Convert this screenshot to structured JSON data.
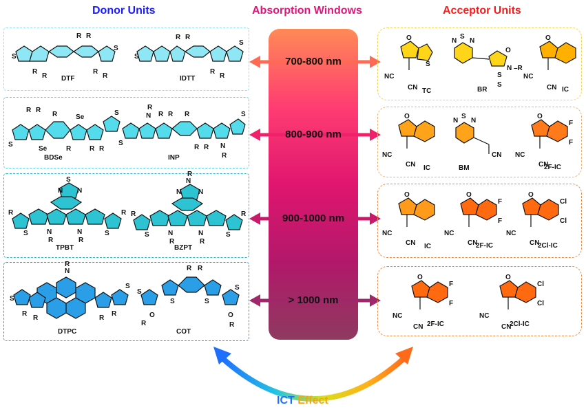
{
  "headings": {
    "donor": "Donor Units",
    "absorption": "Absorption Windows",
    "acceptor": "Acceptor Units"
  },
  "windows": [
    "700-800 nm",
    "800-900 nm",
    "900-1000 nm",
    "> 1000 nm"
  ],
  "donors": {
    "row1": [
      "DTF",
      "IDTT"
    ],
    "row2": [
      "BDSe",
      "INP"
    ],
    "row3": [
      "TPBT",
      "BZPT"
    ],
    "row4": [
      "DTPC",
      "COT"
    ]
  },
  "acceptors": {
    "row1": [
      "TC",
      "BR",
      "IC"
    ],
    "row2": [
      "IC",
      "BM",
      "2F-IC"
    ],
    "row3": [
      "IC",
      "2F-IC",
      "2Cl-IC"
    ],
    "row4": [
      "2F-IC",
      "2Cl-IC"
    ]
  },
  "ict": {
    "word1": "ICT",
    "word2": "Effect"
  },
  "colors": {
    "donor_heading": "#1a1aff",
    "absorption_heading": "#e0157a",
    "acceptor_heading": "#ff1a1a",
    "row1_panel": "#8fe0f0",
    "row2_panel": "#55d6e6",
    "row3_panel": "#2ab6c6",
    "row4_panel": "#2a9be0",
    "acc_row1": "#f5d24a",
    "acc_row2": "#f0b070",
    "acc_row3": "#ee8a40",
    "acc_row4": "#ee8a40"
  }
}
